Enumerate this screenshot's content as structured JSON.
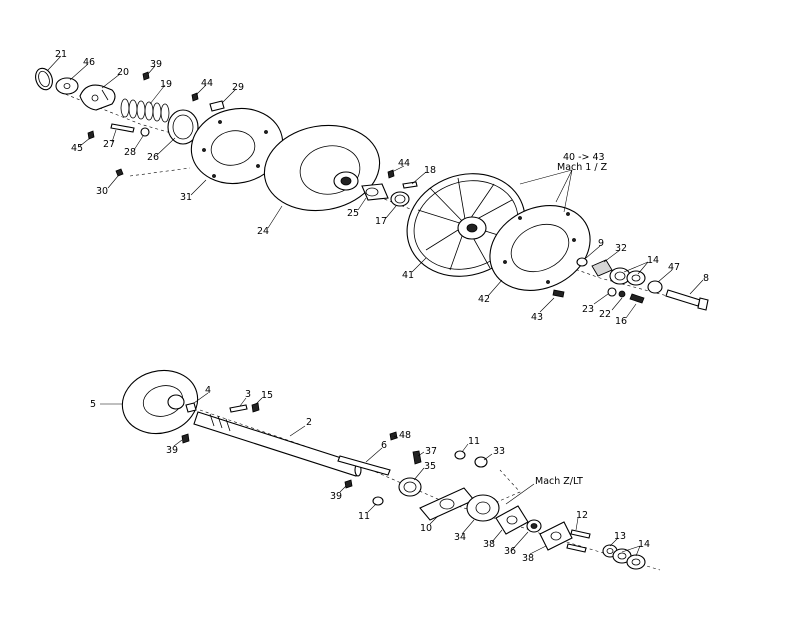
{
  "diagram": {
    "callouts": {
      "c21": "21",
      "c46": "46",
      "c20": "20",
      "c39a": "39",
      "c19": "19",
      "c44a": "44",
      "c29": "29",
      "c45": "45",
      "c27": "27",
      "c28": "28",
      "c26": "26",
      "c30": "30",
      "c31": "31",
      "c24": "24",
      "c44b": "44",
      "c18": "18",
      "c25": "25",
      "c17": "17",
      "c41": "41",
      "c42": "42",
      "c9": "9",
      "c32": "32",
      "c14a": "14",
      "c47": "47",
      "c8": "8",
      "c23": "23",
      "c22": "22",
      "c16": "16",
      "c43": "43",
      "c5": "5",
      "c4": "4",
      "c3": "3",
      "c15": "15",
      "c39b": "39",
      "c2": "2",
      "c48": "48",
      "c6": "6",
      "c37": "37",
      "c11a": "11",
      "c33": "33",
      "c35": "35",
      "c39c": "39",
      "c11b": "11",
      "c10": "10",
      "c34": "34",
      "c38a": "38",
      "c36": "36",
      "c38b": "38",
      "c12": "12",
      "c13": "13",
      "c14b": "14"
    },
    "notes": {
      "range_line1": "40 -> 43",
      "range_line2": "Mach 1 / Z",
      "mach_zlt": "Mach Z/LT"
    }
  }
}
